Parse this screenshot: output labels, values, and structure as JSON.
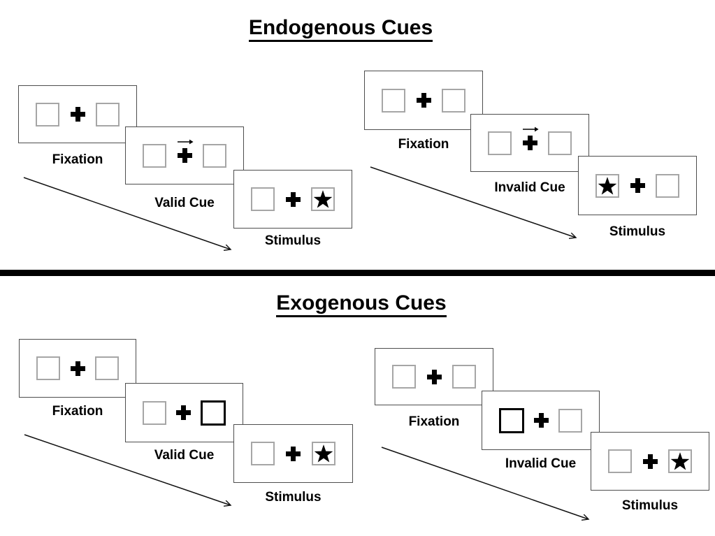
{
  "figure": {
    "type": "experimental-paradigm-diagram",
    "description_visible_elements_only": true
  },
  "colors": {
    "background": "#ffffff",
    "ink": "#000000",
    "panel_border": "#4d4d4d",
    "placeholder_box_border": "#a6a6a6",
    "divider": "#000000"
  },
  "sections": [
    {
      "title": "Endogenous Cues",
      "sequences": [
        {
          "name": "valid-trial",
          "panels": [
            {
              "label": "Fixation",
              "left_box": "empty",
              "center": "fixation-cross",
              "right_box": "empty"
            },
            {
              "label": "Valid Cue",
              "left_box": "empty",
              "center": "fixation-cross",
              "cue_arrow": "right",
              "right_box": "empty"
            },
            {
              "label": "Stimulus",
              "left_box": "empty",
              "center": "fixation-cross",
              "right_box": "star"
            }
          ]
        },
        {
          "name": "invalid-trial",
          "panels": [
            {
              "label": "Fixation",
              "left_box": "empty",
              "center": "fixation-cross",
              "right_box": "empty"
            },
            {
              "label": "Invalid Cue",
              "left_box": "empty",
              "center": "fixation-cross",
              "cue_arrow": "right",
              "right_box": "empty"
            },
            {
              "label": "Stimulus",
              "left_box": "star",
              "center": "fixation-cross",
              "right_box": "empty"
            }
          ]
        }
      ]
    },
    {
      "title": "Exogenous Cues",
      "sequences": [
        {
          "name": "valid-trial",
          "panels": [
            {
              "label": "Fixation",
              "left_box": "empty",
              "center": "fixation-cross",
              "right_box": "empty"
            },
            {
              "label": "Valid Cue",
              "left_box": "empty",
              "center": "fixation-cross",
              "right_box": "highlighted-cue"
            },
            {
              "label": "Stimulus",
              "left_box": "empty",
              "center": "fixation-cross",
              "right_box": "star"
            }
          ]
        },
        {
          "name": "invalid-trial",
          "panels": [
            {
              "label": "Fixation",
              "left_box": "empty",
              "center": "fixation-cross",
              "right_box": "empty"
            },
            {
              "label": "Invalid Cue",
              "left_box": "highlighted-cue",
              "center": "fixation-cross",
              "right_box": "empty"
            },
            {
              "label": "Stimulus",
              "left_box": "empty",
              "center": "fixation-cross",
              "right_box": "star"
            }
          ]
        }
      ]
    }
  ]
}
